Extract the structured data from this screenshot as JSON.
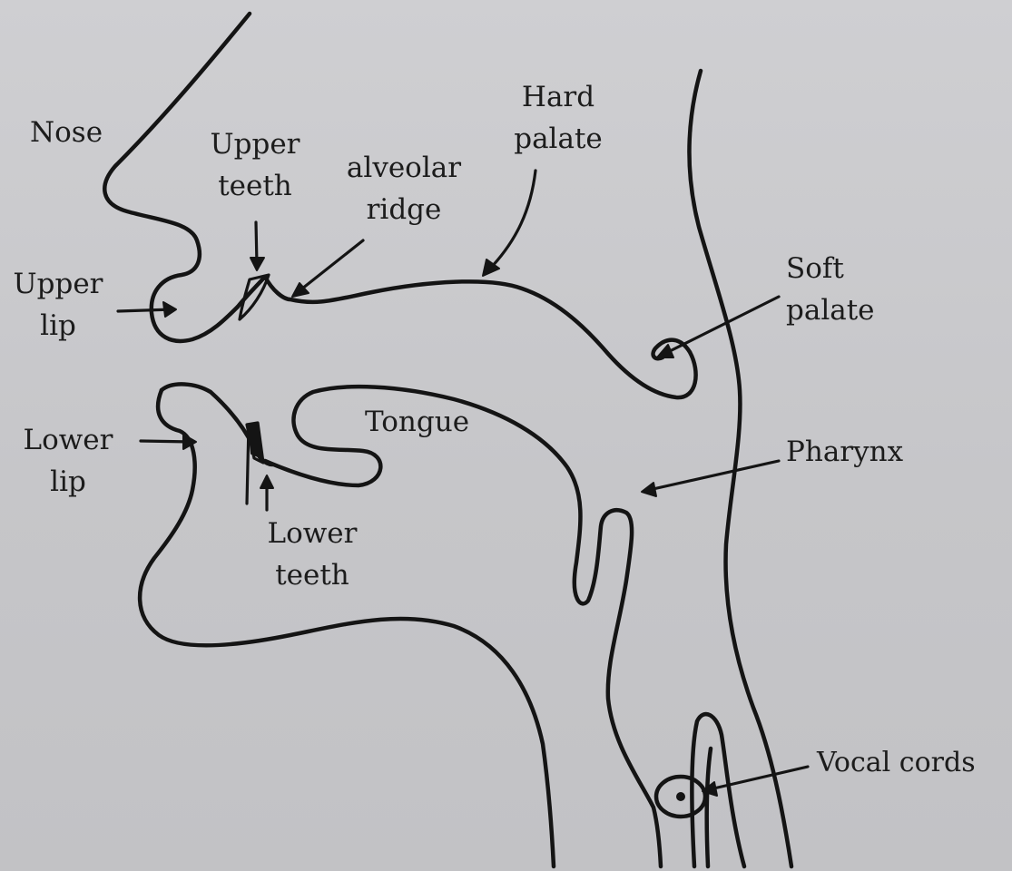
{
  "diagram": {
    "labels": {
      "nose": [
        "Nose"
      ],
      "upper_teeth": [
        "Upper",
        "teeth"
      ],
      "alveolar_ridge": [
        "alveolar",
        "ridge"
      ],
      "hard_palate": [
        "Hard",
        "palate"
      ],
      "upper_lip": [
        "Upper",
        "lip"
      ],
      "soft_palate": [
        "Soft",
        "palate"
      ],
      "lower_lip": [
        "Lower",
        "lip"
      ],
      "tongue": [
        "Tongue"
      ],
      "pharynx": [
        "Pharynx"
      ],
      "lower_teeth": [
        "Lower",
        "teeth"
      ],
      "vocal_cords": [
        "Vocal cords"
      ]
    },
    "colors": {
      "ink": "#141414",
      "paper": "#c9c9cc"
    }
  }
}
